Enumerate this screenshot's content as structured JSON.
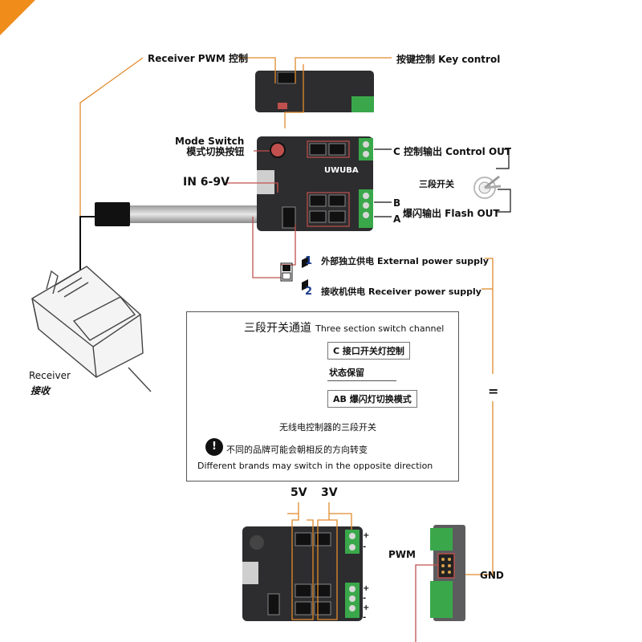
{
  "top_labels": {
    "receiver_pwm": "Receiver PWM 控制",
    "key_control": "按键控制  Key control"
  },
  "mode_switch": {
    "line1": "Mode Switch",
    "line2": "模式切换按钮"
  },
  "input_label": "IN 6-9V",
  "brand_logo": "UWUBA",
  "outputs": {
    "control_out": "控制输出 Control OUT",
    "c_letter": "C",
    "b_letter": "B",
    "a_letter": "A",
    "flash_out": "爆闪输出  Flash OUT",
    "three_switch": "三段开关"
  },
  "power": {
    "num1": "1",
    "external": "外部独立供电 External power supply",
    "num2": "2",
    "receiver": "接收机供电  Receiver power supply"
  },
  "receiver": {
    "label_en": "Receiver",
    "label_cn": "接收"
  },
  "legend": {
    "title_cn": "三段开关通道",
    "title_en": "Three section switch channel",
    "item_c": "C 接口开关灯控制",
    "item_hold": "状态保留",
    "item_ab": "AB 爆闪灯切换模式",
    "switch_caption": "无线电控制器的三段开关",
    "warn_cn": "不同的品牌可能会朝相反的方向转变",
    "warn_en": "Different brands may switch in the opposite direction",
    "warn_symbol": "!"
  },
  "bottom": {
    "v5": "5V",
    "v3": "3V",
    "equals": "=",
    "pwm": "PWM",
    "gnd": "GND",
    "plus": "+",
    "minus": "-"
  },
  "colors": {
    "board": "#2d2d2f",
    "terminal": "#3aa84a",
    "accent_line": "#c0504d",
    "orange": "#e08a2c",
    "flash_orange": "#f08c1a"
  }
}
